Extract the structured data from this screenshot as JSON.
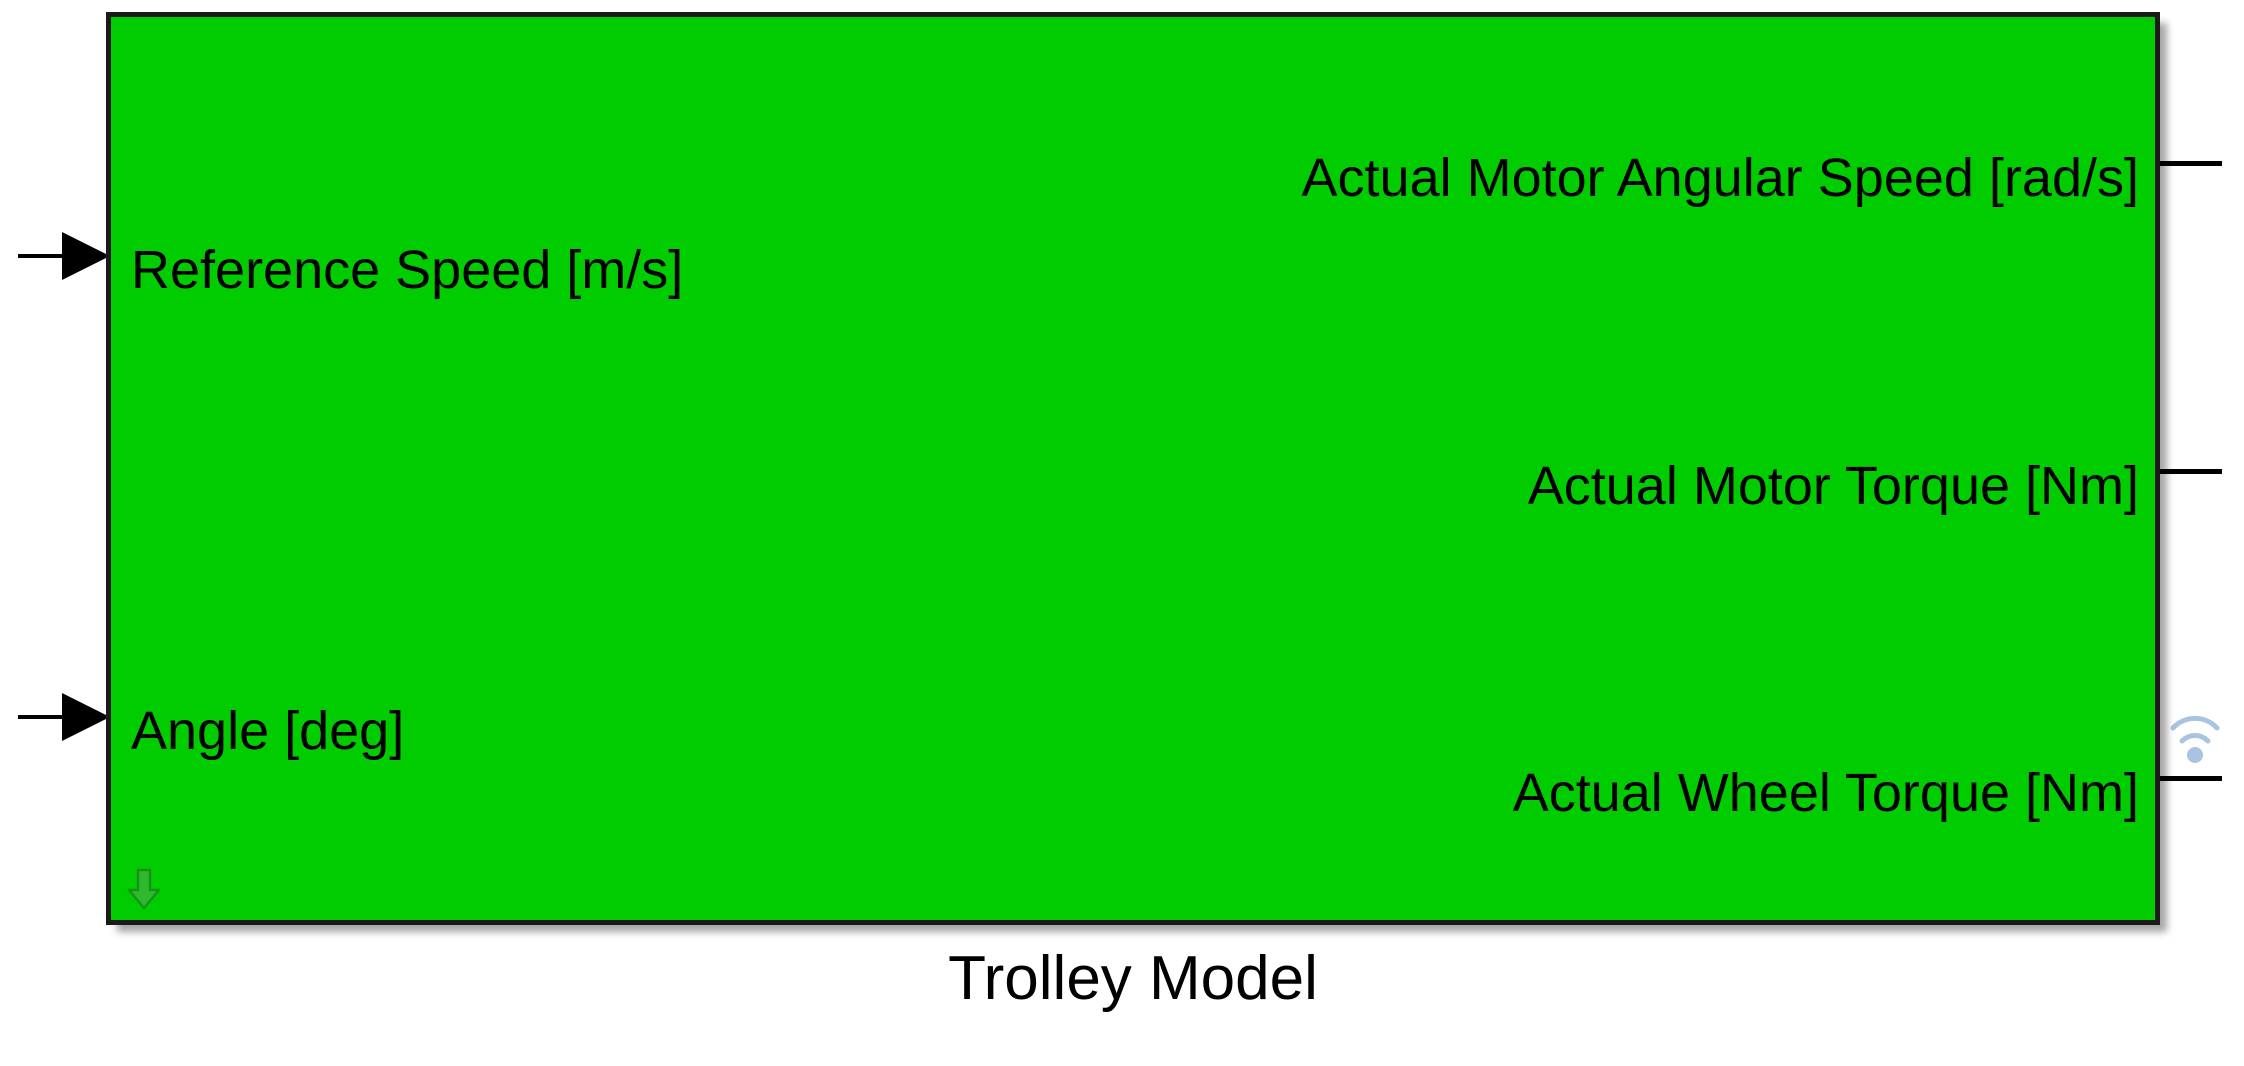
{
  "block": {
    "name": "Trolley Model",
    "caption": "Trolley Model",
    "fill_color": "#00CC00",
    "border_color": "#1a1a1a",
    "text_color": "#000000",
    "descend_icon": "down-arrow-icon",
    "inputs": [
      {
        "label": "Reference Speed [m/s]",
        "icon": "input-port-arrow-icon"
      },
      {
        "label": "Angle [deg]",
        "icon": "input-port-arrow-icon"
      }
    ],
    "outputs": [
      {
        "label": "Actual Motor Angular Speed [rad/s]",
        "icon": "output-port-line-icon",
        "badge": null
      },
      {
        "label": "Actual Motor Torque [Nm]",
        "icon": "output-port-line-icon",
        "badge": null
      },
      {
        "label": "Actual Wheel Torque [Nm]",
        "icon": "output-port-line-icon",
        "badge": "wireless-signal-icon"
      }
    ],
    "badge_color": "#a8c4e0"
  }
}
